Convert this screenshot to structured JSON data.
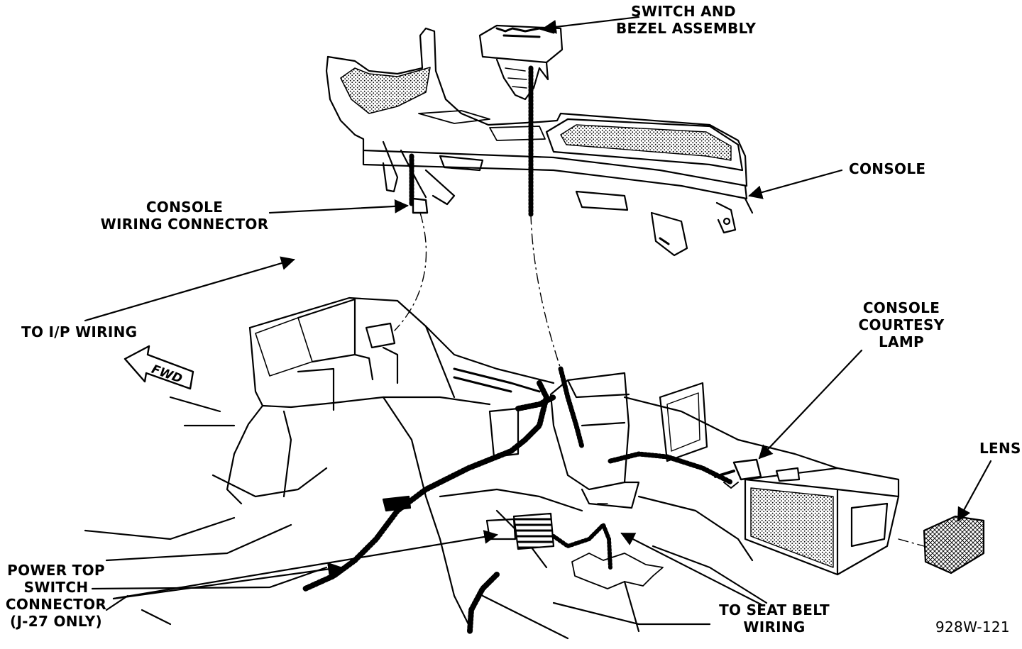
{
  "labels": {
    "switch_bezel": [
      "SWITCH AND",
      "BEZEL ASSEMBLY"
    ],
    "console": "CONSOLE",
    "console_wiring_connector": [
      "CONSOLE",
      "WIRING CONNECTOR"
    ],
    "to_ip_wiring": "TO I/P WIRING",
    "fwd": "FWD",
    "console_courtesy_lamp": [
      "CONSOLE",
      "COURTESY",
      "LAMP"
    ],
    "lens": "LENS",
    "power_top_switch_connector": [
      "POWER TOP",
      "SWITCH",
      "CONNECTOR",
      "(J-27 ONLY)"
    ],
    "to_seat_belt_wiring": [
      "TO SEAT BELT",
      "WIRING"
    ],
    "figure_id": "928W-121"
  },
  "colors": {
    "ink": "#000000",
    "paper": "#ffffff"
  }
}
